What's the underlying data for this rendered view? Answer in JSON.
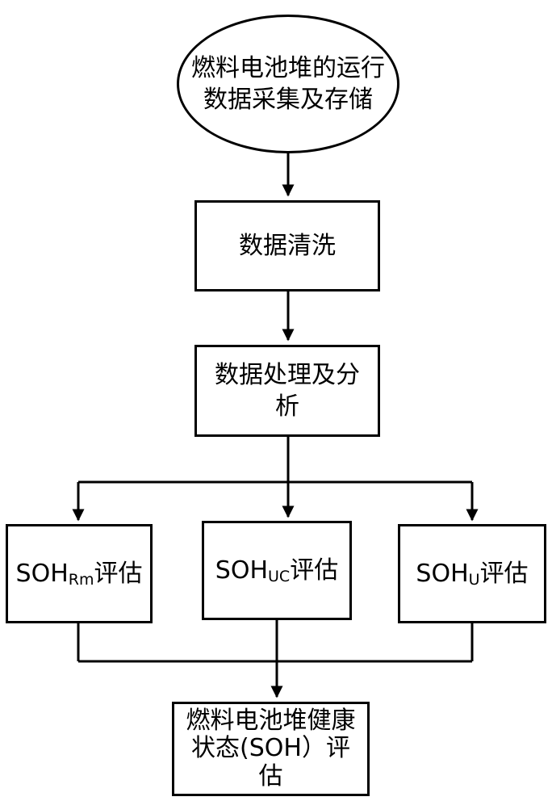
{
  "nodes": {
    "start": {
      "line1": "燃料电池堆的运行",
      "line2": "数据采集及存储"
    },
    "clean": {
      "label": "数据清洗"
    },
    "process": {
      "line1": "数据处理及分",
      "line2": "析"
    },
    "soh_rm": {
      "prefix": "SOH",
      "sub": "Rm",
      "suffix": "评估"
    },
    "soh_uc": {
      "prefix": "SOH",
      "sub": "UC",
      "suffix": "评估"
    },
    "soh_u": {
      "prefix": "SOH",
      "sub": "U",
      "suffix": "评估"
    },
    "final": {
      "line1": "燃料电池堆健康",
      "line2": "状态(SOH）评",
      "line3": "估"
    }
  },
  "colors": {
    "stroke": "#000000",
    "fill": "#ffffff"
  }
}
